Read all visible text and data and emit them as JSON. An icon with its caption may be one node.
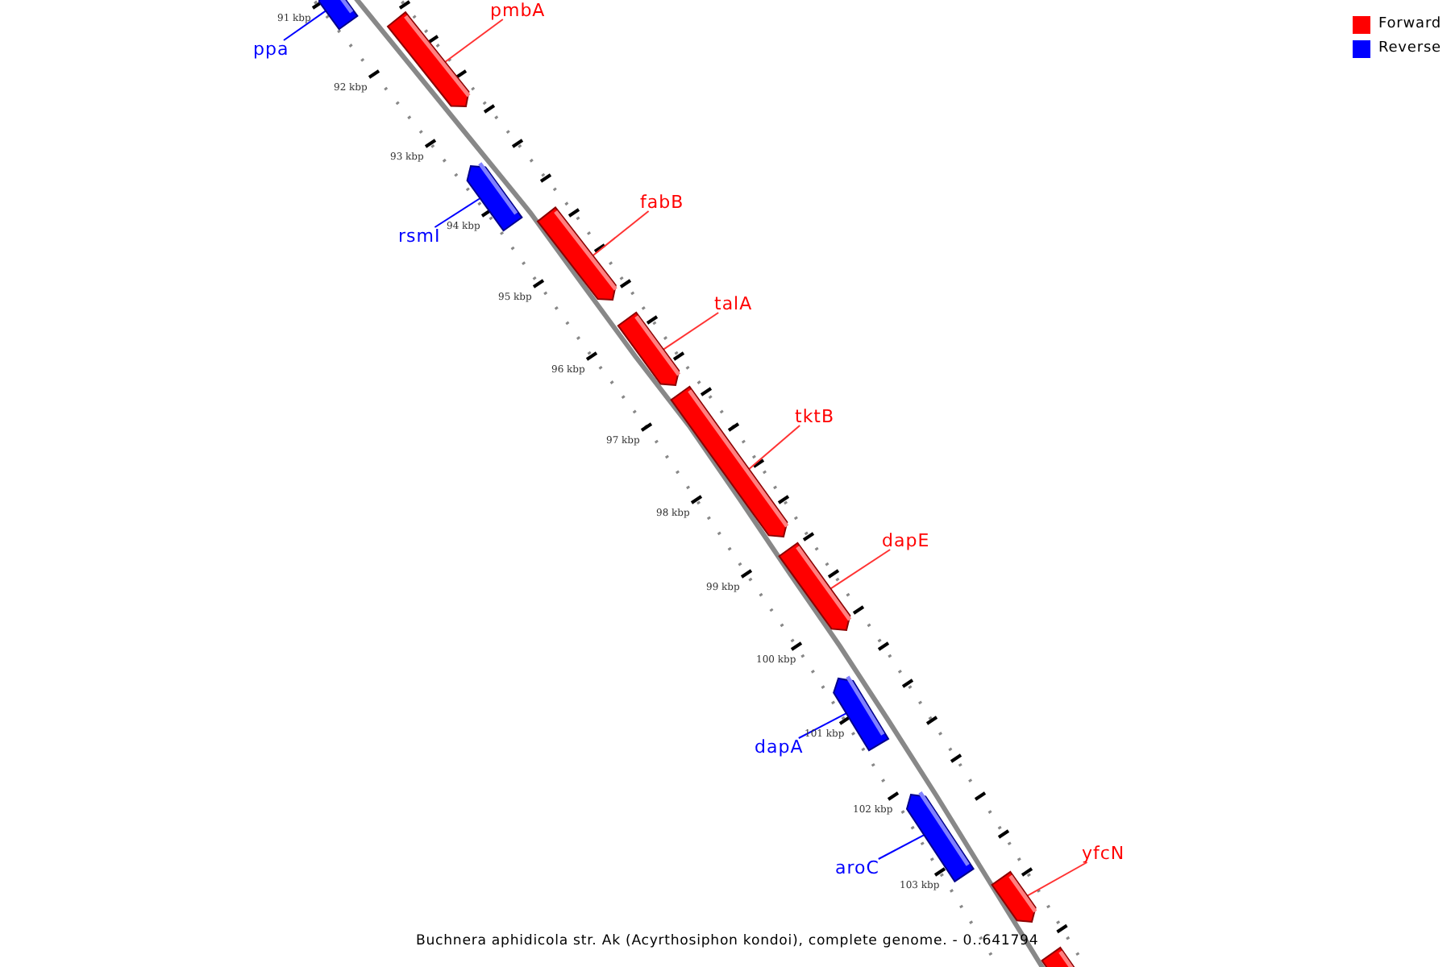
{
  "diagram": {
    "caption": "Buchnera aphidicola str. Ak (Acyrthosiphon kondoi), complete genome. - 0..641794",
    "nodes": [
      {
        "text": [
          "ppa"
        ]
      },
      {
        "text": [],
        "shape": "bar"
      },
      {
        "text": [
          "pmbA"
        ]
      },
      {
        "text": [],
        "shape": "bar"
      },
      {
        "text": [
          "rsmI"
        ]
      },
      {
        "text": [],
        "shape": "bar"
      },
      {
        "text": [
          "fabB"
        ]
      },
      {
        "text": [],
        "shape": "bar"
      },
      {
        "text": [
          "talA"
        ]
      },
      {
        "text": [],
        "shape": "bar"
      },
      {
        "text": [
          "tktB"
        ]
      },
      {
        "text": [],
        "shape": "bar"
      },
      {
        "text": [
          "dapE"
        ]
      },
      {
        "text": [],
        "shape": "bar"
      },
      {
        "text": [
          "dapA"
        ]
      },
      {
        "text": [],
        "shape": "bar"
      },
      {
        "text": [
          "aroC"
        ]
      },
      {
        "text": [],
        "shape": "bar"
      },
      {
        "text": [
          "yfcN"
        ]
      },
      {
        "text": [],
        "shape": "bar"
      },
      {
        "text": [],
        "shape": "bar"
      }
    ],
    "edges": [
      {
        "from": 0,
        "to": 1,
        "arrow": "none",
        "color": "#0000ff"
      },
      {
        "from": 2,
        "to": 3,
        "arrow": "none"
      },
      {
        "from": 4,
        "to": 5,
        "arrow": "none",
        "color": "#0000ff"
      },
      {
        "from": 6,
        "to": 7,
        "arrow": "none"
      },
      {
        "from": 8,
        "to": 9,
        "arrow": "none"
      },
      {
        "from": 10,
        "to": 11,
        "arrow": "none"
      },
      {
        "from": 12,
        "to": 13,
        "arrow": "none"
      },
      {
        "from": 14,
        "to": 15,
        "arrow": "none",
        "color": "#0000ff"
      },
      {
        "from": 16,
        "to": 17,
        "arrow": "none",
        "color": "#0000ff"
      },
      {
        "from": 18,
        "to": 19,
        "arrow": "none"
      }
    ],
    "labels": [
      "91 kbp",
      "92 kbp",
      "93 kbp",
      "94 kbp",
      "95 kbp",
      "96 kbp",
      "97 kbp",
      "98 kbp",
      "99 kbp",
      "100 kbp",
      "101 kbp",
      "102 kbp",
      "103 kbp"
    ],
    "legend": [
      {
        "text": "Forward",
        "color": "#ff0000"
      },
      {
        "text": "Reverse",
        "color": "#0000ff"
      }
    ]
  }
}
